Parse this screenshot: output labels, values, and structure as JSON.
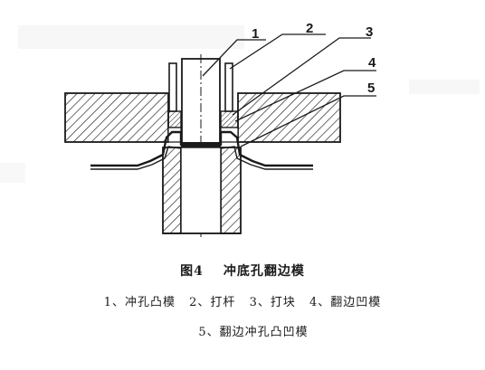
{
  "figure": {
    "number": "图4",
    "title": "冲底孔翻边模"
  },
  "parts": [
    {
      "number": "1",
      "name": "冲孔凸模"
    },
    {
      "number": "2",
      "name": "打杆"
    },
    {
      "number": "3",
      "name": "打块"
    },
    {
      "number": "4",
      "name": "翻边凹模"
    },
    {
      "number": "5",
      "name": "翻边冲孔凸凹模"
    }
  ],
  "legend_items": [
    "1、冲孔凸模",
    "2、打杆",
    "3、打块",
    "4、翻边凹模",
    "5、翻边冲孔凸凹模"
  ],
  "colors": {
    "ink": "#1a1a1a",
    "background": "#ffffff"
  }
}
